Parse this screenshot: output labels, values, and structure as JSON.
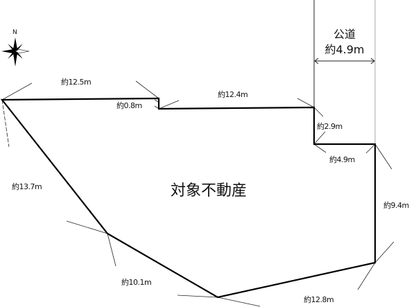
{
  "compass": {
    "label": "N"
  },
  "road": {
    "name": "公道",
    "width": "約4.9m"
  },
  "property_label": "対象不動産",
  "dimensions": {
    "top_left": "約12.5m",
    "step_small": "約0.8m",
    "top_middle": "約12.4m",
    "right_step": "約2.9m",
    "right_notch": "約4.9m",
    "right_side": "約9.4m",
    "bottom_right": "約12.8m",
    "bottom_left": "約10.1m",
    "left_side": "約13.7m"
  }
}
